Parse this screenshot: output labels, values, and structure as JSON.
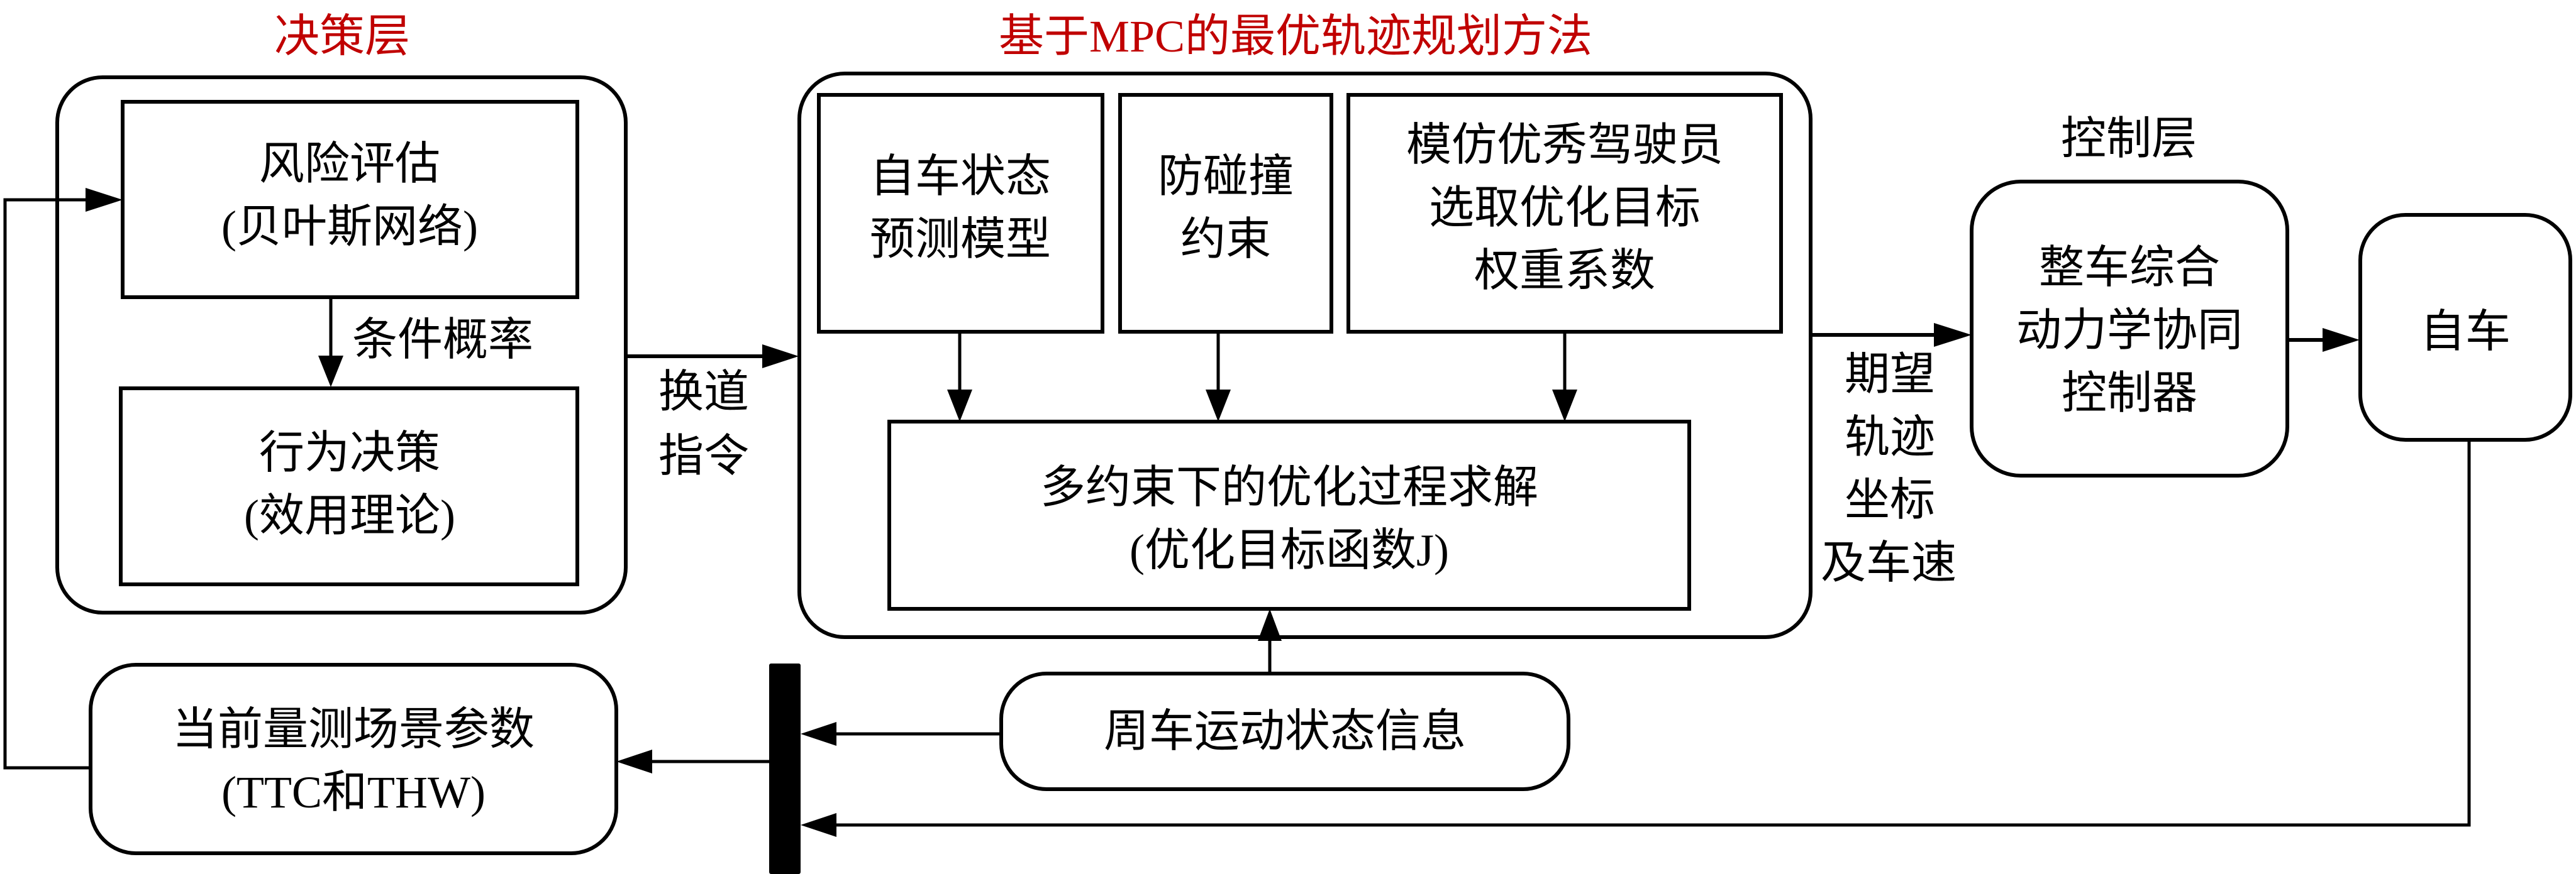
{
  "colors": {
    "section_title": "#C00000",
    "stroke": "#000000",
    "background": "#FFFFFF"
  },
  "decision_layer": {
    "title": "决策层",
    "risk_assessment": {
      "line1": "风险评估",
      "line2": "(贝叶斯网络)"
    },
    "link_label": "条件概率",
    "behavior_decision": {
      "line1": "行为决策",
      "line2": "(效用理论)"
    }
  },
  "lane_change_label": {
    "line1": "换道",
    "line2": "指令"
  },
  "planning_layer": {
    "title": "基于MPC的最优轨迹规划方法",
    "ego_state_model": {
      "line1": "自车状态",
      "line2": "预测模型"
    },
    "collision_constraint": {
      "line1": "防碰撞",
      "line2": "约束"
    },
    "driver_weights": {
      "line1": "模仿优秀驾驶员",
      "line2": "选取优化目标",
      "line3": "权重系数"
    },
    "optimizer": {
      "line1": "多约束下的优化过程求解",
      "line2": "(优化目标函数J)"
    }
  },
  "trajectory_label": {
    "line1": "期望",
    "line2": "轨迹",
    "line3": "坐标",
    "line4": "及车速"
  },
  "control_layer": {
    "title": "控制层",
    "controller": {
      "line1": "整车综合",
      "line2": "动力学协同",
      "line3": "控制器"
    }
  },
  "ego_vehicle": {
    "label": "自车"
  },
  "surrounding_info": {
    "label": "周车运动状态信息"
  },
  "scene_params": {
    "line1": "当前量测场景参数",
    "line2": "(TTC和THW)"
  }
}
